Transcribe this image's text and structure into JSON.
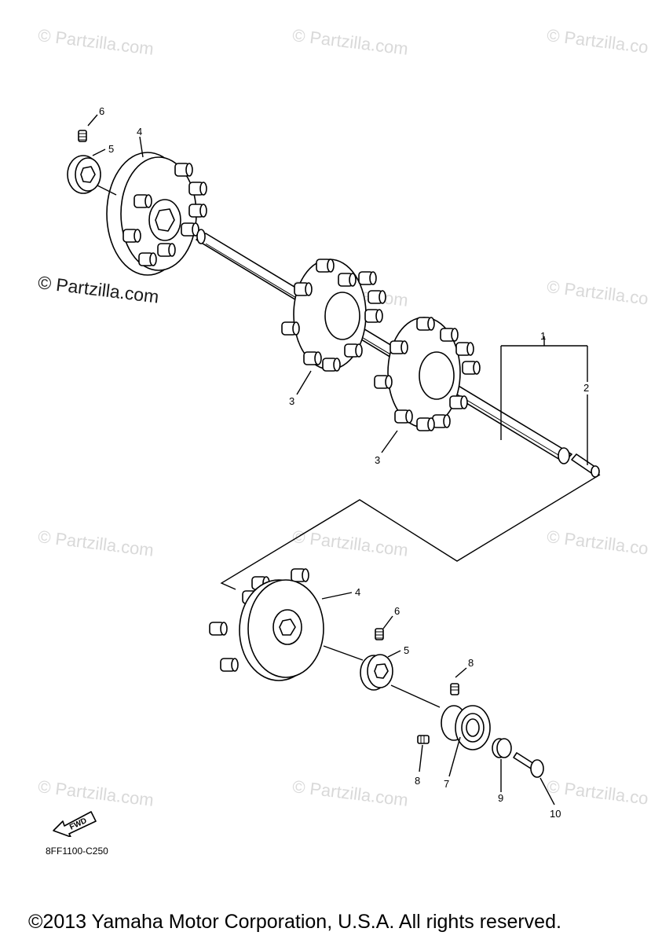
{
  "watermark": {
    "text": "© Partzilla.com",
    "prominent_text": "© Partzilla.com",
    "partial_text": "© Partzilla.co"
  },
  "callouts": {
    "c1": "1",
    "c2": "2",
    "c3a": "3",
    "c3b": "3",
    "c4a": "4",
    "c4b": "4",
    "c5a": "5",
    "c5b": "5",
    "c6a": "6",
    "c6b": "6",
    "c7": "7",
    "c8a": "8",
    "c8b": "8",
    "c9": "9",
    "c10": "10"
  },
  "fwd_label": "FWD",
  "diagram_code": "8FF1100-C250",
  "copyright": "©2013 Yamaha Motor Corporation, U.S.A. All rights reserved."
}
